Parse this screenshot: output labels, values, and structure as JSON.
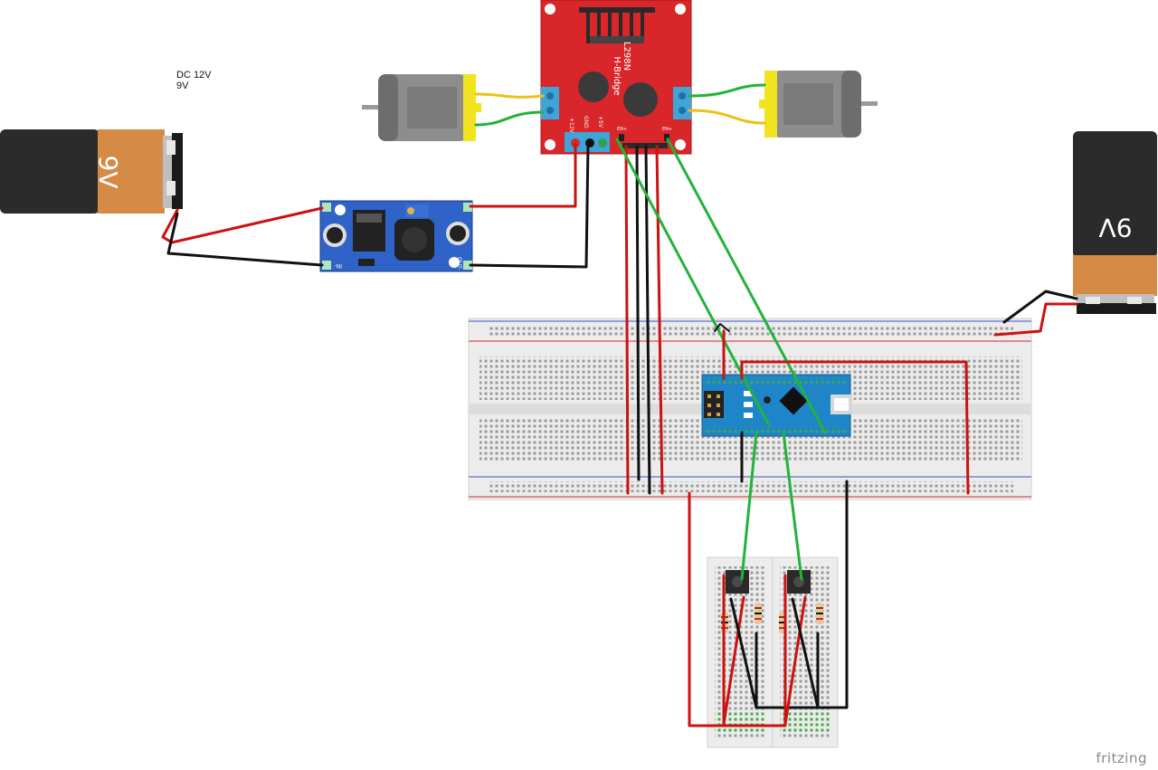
{
  "supply_note": {
    "line1": "DC 12V",
    "line2": "9V"
  },
  "battery_left": {
    "label": "9V"
  },
  "battery_right": {
    "label": "9V"
  },
  "hbridge": {
    "title_line1": "L298N",
    "title_line2": "H-Bridge",
    "pin_12v": "+12V",
    "pin_gnd": "GND",
    "pin_5v": "+5V",
    "pin_ena": "EN+",
    "pin_enb": "EN+"
  },
  "buck": {
    "in_label": "IN-",
    "out_label": "OUT-"
  },
  "credit": "fritzing",
  "colors": {
    "wire_red": "#cc1111",
    "wire_black": "#111111",
    "wire_green": "#22b33a",
    "wire_yellow": "#e8c21a",
    "board_red": "#d8262a",
    "buck_blue": "#2f63c8",
    "nano_blue": "#1e86c8"
  }
}
